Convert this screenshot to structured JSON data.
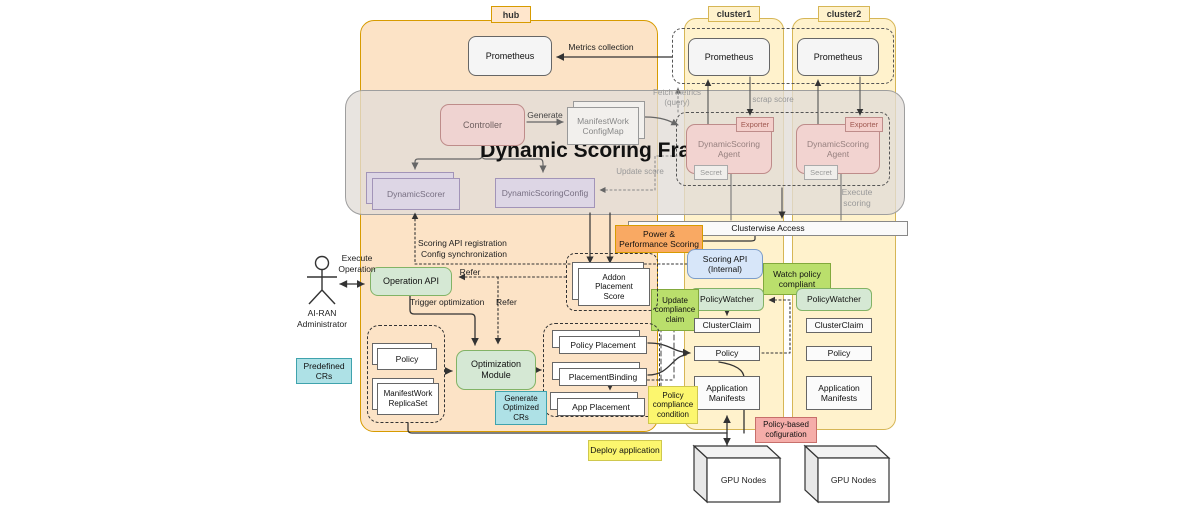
{
  "title": "Dynamic Scoring Framework",
  "containers": {
    "hub": "hub",
    "cluster1": "cluster1",
    "cluster2": "cluster2"
  },
  "nodes": {
    "prometheus": "Prometheus",
    "controller": "Controller",
    "manifestwork_configmap": "ManifestWork ConfigMap",
    "dynamic_scorer": "DynamicScorer",
    "dynamic_scoring_config": "DynamicScoringConfig",
    "dynamic_scoring_agent": "DynamicScoring Agent",
    "exporter": "Exporter",
    "secret": "Secret",
    "clusterwise_access": "Clusterwise Access",
    "power_performance_scoring": "Power & Performance Scoring",
    "scoring_api_internal": "Scoring API (Internal)",
    "watch_policy_compliant": "Watch policy compliant",
    "update_compliance_claim": "Update compliance claim",
    "policy_watcher": "PolicyWatcher",
    "cluster_claim": "ClusterClaim",
    "policy": "Policy",
    "application_manifests": "Application Manifests",
    "operation_api": "Operation API",
    "addon_placement_score": "Addon Placement Score",
    "predefined_crs": "Predefined CRs",
    "manifestwork_replicaset": "ManifestWork ReplicaSet",
    "optimization_module": "Optimization Module",
    "generate_optimized_crs": "Generate Optimized CRs",
    "policy_placement": "Policy Placement",
    "placement_binding": "PlacementBinding",
    "app_placement": "App Placement",
    "policy_compliance_condition": "Policy compliance condition",
    "deploy_application": "Deploy application",
    "policy_based_configuration": "Policy-based cofiguration",
    "gpu_nodes": "GPU Nodes",
    "actor": "AI-RAN Administrator"
  },
  "edge_labels": {
    "metrics_collection": "Metrics collection",
    "generate": "Generate",
    "fetch_metrics": "Fetch metrics (query)",
    "scrap_score": "scrap score",
    "update_score": "Update score",
    "execute_scoring": "Execute scoring",
    "scoring_api_registration": "Scoring API registration",
    "config_synchronization": "Config synchronization",
    "execute_operation": "Execute Operation",
    "refer": "Refer",
    "trigger_optimization": "Trigger optimization"
  },
  "colors": {
    "hub_fill": "#FCE3C6",
    "hub_border": "#D79B00",
    "cluster_fill": "#FFF2CC",
    "cluster_border": "#D6B656",
    "framework_fill": "rgba(226,221,215,0.78)",
    "framework_border": "#9E9E9E",
    "pink_fill": "#F2D3D0",
    "pink_border": "#BE8C8A",
    "purple_fill": "#DDD6E5",
    "purple_border": "#A294B8",
    "green_fill": "#D5E8D4",
    "green_border": "#82B366",
    "bright_green_fill": "#BADF6C",
    "bright_green_border": "#82A93C",
    "orange_fill": "#F9A963",
    "blue_fill": "#D7E6F9",
    "blue_border": "#7C9DC9",
    "cyan_fill": "#AEE1E6",
    "cyan_border": "#3FA3AD",
    "yellow_fill": "#FCF66E",
    "yellow_border": "#CFC84E",
    "salmon_fill": "#F5ADA9",
    "salmon_border": "#C76F6B",
    "grey_fill": "#F5F5F5"
  }
}
